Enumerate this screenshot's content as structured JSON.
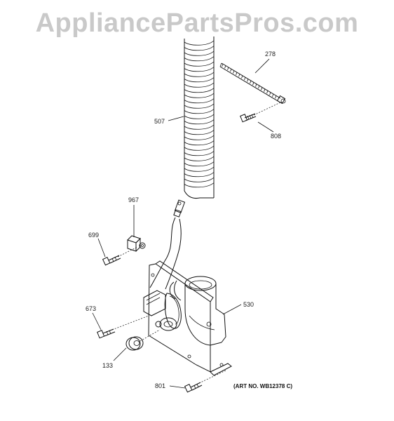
{
  "watermark": "AppliancePartsPros.com",
  "callouts": {
    "p278": "278",
    "p507": "507",
    "p808": "808",
    "p967": "967",
    "p699": "699",
    "p530": "530",
    "p673": "673",
    "p133": "133",
    "p801": "801"
  },
  "art_number": "(ART NO. WB12378 C)",
  "colors": {
    "line": "#111111",
    "watermark": "#c9c9c9"
  }
}
